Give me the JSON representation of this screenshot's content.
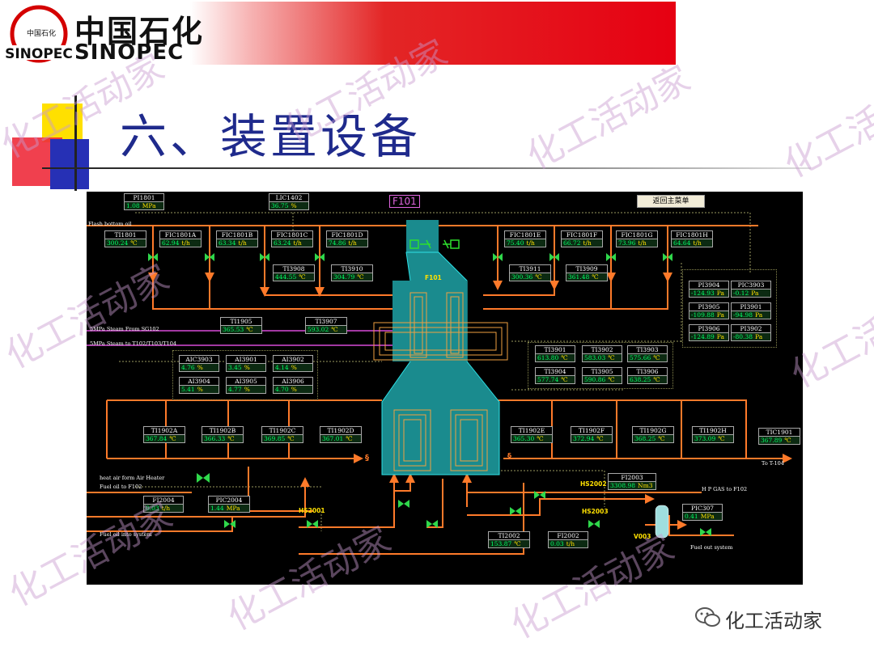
{
  "header": {
    "brand_cn": "中国石化",
    "brand_en": "SINOPEC",
    "logo_mark": "中国石化",
    "slide_title": "六、装置设备"
  },
  "watermark": {
    "text": "化工活动家"
  },
  "footer": {
    "credit": "化工活动家",
    "icon": "wechat-icon"
  },
  "dcs": {
    "furnace_badge": "F101",
    "furnace_label": "F101",
    "menu_button": "返回主菜单",
    "labels": {
      "flash_bottom_oil": "Flash bottom oil",
      "steam_from": "5MPa Steam From SG102",
      "steam_to": "5MPa Steam to T102/T103/T104",
      "heat_air": "heat air form Air Heater",
      "fuel_oil_to": "Fuel oil to F102",
      "fuel_oil_into": "Fuel oil into system",
      "hp_gas": "H P GAS to F102",
      "fuel_out": "Fuel out system",
      "to_t104": "To T-104",
      "hs2001": "HS2001",
      "hs2002": "HS2002",
      "hs2003": "HS2003",
      "v003": "V003",
      "section1": "§",
      "section2": "§"
    },
    "tags": {
      "PI1801": {
        "name": "PI1801",
        "value": "1.08",
        "unit": "MPa"
      },
      "LIC1402": {
        "name": "LIC1402",
        "value": "36.75",
        "unit": "%"
      },
      "TI1801": {
        "name": "TI1801",
        "value": "300.24",
        "unit": "℃"
      },
      "FIC1801A": {
        "name": "FIC1801A",
        "value": "62.94",
        "unit": "t/h"
      },
      "FIC1801B": {
        "name": "FIC1801B",
        "value": "63.34",
        "unit": "t/h"
      },
      "FIC1801C": {
        "name": "FIC1801C",
        "value": "63.24",
        "unit": "t/h"
      },
      "FIC1801D": {
        "name": "FIC1801D",
        "value": "74.86",
        "unit": "t/h"
      },
      "FIC1801E": {
        "name": "FIC1801E",
        "value": "75.40",
        "unit": "t/h"
      },
      "FIC1801F": {
        "name": "FIC1801F",
        "value": "66.72",
        "unit": "t/h"
      },
      "FIC1801G": {
        "name": "FIC1801G",
        "value": "73.96",
        "unit": "t/h"
      },
      "FIC1801H": {
        "name": "FIC1801H",
        "value": "64.64",
        "unit": "t/h"
      },
      "TI3908": {
        "name": "TI3908",
        "value": "444.55",
        "unit": "℃"
      },
      "TI3910": {
        "name": "TI3910",
        "value": "304.79",
        "unit": "℃"
      },
      "TI3911": {
        "name": "TI3911",
        "value": "300.36",
        "unit": "℃"
      },
      "TI3909": {
        "name": "TI3909",
        "value": "361.48",
        "unit": "℃"
      },
      "PI3904": {
        "name": "PI3904",
        "value": "-124.93",
        "unit": "Pa"
      },
      "PIC3903": {
        "name": "PIC3903",
        "value": "-0.12",
        "unit": "Pa"
      },
      "PI3905": {
        "name": "PI3905",
        "value": "-109.88",
        "unit": "Pa"
      },
      "PI3901": {
        "name": "PI3901",
        "value": "-94.98",
        "unit": "Pa"
      },
      "PI3906": {
        "name": "PI3906",
        "value": "-124.89",
        "unit": "Pa"
      },
      "PI3902": {
        "name": "PI3902",
        "value": "-80.38",
        "unit": "Pa"
      },
      "TI1905": {
        "name": "TI1905",
        "value": "365.53",
        "unit": "℃"
      },
      "TI3907": {
        "name": "TI3907",
        "value": "593.02",
        "unit": "℃"
      },
      "AIC3903": {
        "name": "AIC3903",
        "value": "4.76",
        "unit": "%"
      },
      "AI3901": {
        "name": "AI3901",
        "value": "3.45",
        "unit": "%"
      },
      "AI3902": {
        "name": "AI3902",
        "value": "4.14",
        "unit": "%"
      },
      "AI3904": {
        "name": "AI3904",
        "value": "5.41",
        "unit": "%"
      },
      "AI3905": {
        "name": "AI3905",
        "value": "4.77",
        "unit": "%"
      },
      "AI3906": {
        "name": "AI3906",
        "value": "4.70",
        "unit": "%"
      },
      "TI3901": {
        "name": "TI3901",
        "value": "613.80",
        "unit": "℃"
      },
      "TI3902": {
        "name": "TI3902",
        "value": "583.03",
        "unit": "℃"
      },
      "TI3903": {
        "name": "TI3903",
        "value": "575.66",
        "unit": "℃"
      },
      "TI3904": {
        "name": "TI3904",
        "value": "577.74",
        "unit": "℃"
      },
      "TI3905": {
        "name": "TI3905",
        "value": "590.86",
        "unit": "℃"
      },
      "TI3906": {
        "name": "TI3906",
        "value": "638.25",
        "unit": "℃"
      },
      "TI1902A": {
        "name": "TI1902A",
        "value": "367.84",
        "unit": "℃"
      },
      "TI1902B": {
        "name": "TI1902B",
        "value": "366.33",
        "unit": "℃"
      },
      "TI1902C": {
        "name": "TI1902C",
        "value": "369.85",
        "unit": "℃"
      },
      "TI1902D": {
        "name": "TI1902D",
        "value": "367.01",
        "unit": "℃"
      },
      "TI1902E": {
        "name": "TI1902E",
        "value": "365.30",
        "unit": "℃"
      },
      "TI1902F": {
        "name": "TI1902F",
        "value": "372.94",
        "unit": "℃"
      },
      "TI1902G": {
        "name": "TI1902G",
        "value": "368.25",
        "unit": "℃"
      },
      "TI1902H": {
        "name": "TI1902H",
        "value": "373.09",
        "unit": "℃"
      },
      "TIC1901": {
        "name": "TIC1901",
        "value": "367.89",
        "unit": "℃"
      },
      "FI2004": {
        "name": "FI2004",
        "value": "0.03",
        "unit": "t/h"
      },
      "PIC2004": {
        "name": "PIC2004",
        "value": "1.44",
        "unit": "MPa"
      },
      "FI2003": {
        "name": "FI2003",
        "value": "3308.98",
        "unit": "Nm3"
      },
      "PIC307": {
        "name": "PIC307",
        "value": "0.41",
        "unit": "MPa"
      },
      "TI2002": {
        "name": "TI2002",
        "value": "153.87",
        "unit": "℃"
      },
      "FI2002": {
        "name": "FI2002",
        "value": "0.03",
        "unit": "t/h"
      }
    }
  }
}
